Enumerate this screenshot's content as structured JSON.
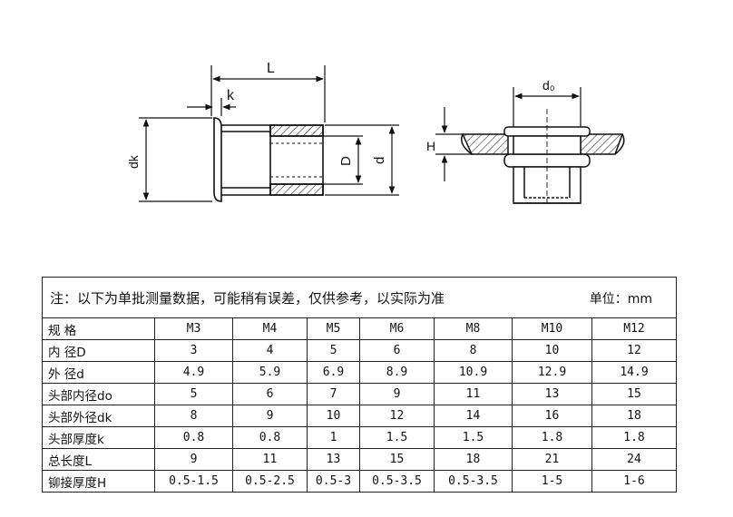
{
  "figure": {
    "label_L": "L",
    "label_k": "k",
    "label_dk": "dk",
    "label_D": "D",
    "label_d": "d",
    "label_H": "H",
    "label_do": "d₀"
  },
  "table": {
    "note": "注：以下为单批测量数据，可能稍有误差，仅供参考，以实际为准",
    "unit": "单位：mm",
    "header_label": "规 格",
    "sizes": [
      "M3",
      "M4",
      "M5",
      "M6",
      "M8",
      "M10",
      "M12"
    ],
    "rows": [
      {
        "label": "内 径D",
        "values": [
          "3",
          "4",
          "5",
          "6",
          "8",
          "10",
          "12"
        ]
      },
      {
        "label": "外 径d",
        "values": [
          "4.9",
          "5.9",
          "6.9",
          "8.9",
          "10.9",
          "12.9",
          "14.9"
        ]
      },
      {
        "label": "头部内径do",
        "values": [
          "5",
          "6",
          "7",
          "9",
          "11",
          "13",
          "15"
        ]
      },
      {
        "label": "头部外径dk",
        "values": [
          "8",
          "9",
          "10",
          "12",
          "14",
          "16",
          "18"
        ]
      },
      {
        "label": "头部厚度k",
        "values": [
          "0.8",
          "0.8",
          "1",
          "1.5",
          "1.5",
          "1.8",
          "1.8"
        ]
      },
      {
        "label": "总长度L",
        "values": [
          "9",
          "11",
          "13",
          "15",
          "18",
          "21",
          "24"
        ]
      },
      {
        "label": "铆接厚度H",
        "values": [
          "0.5-1.5",
          "0.5-2.5",
          "0.5-3",
          "0.5-3.5",
          "0.5-3.5",
          "1-5",
          "1-6"
        ]
      }
    ]
  }
}
